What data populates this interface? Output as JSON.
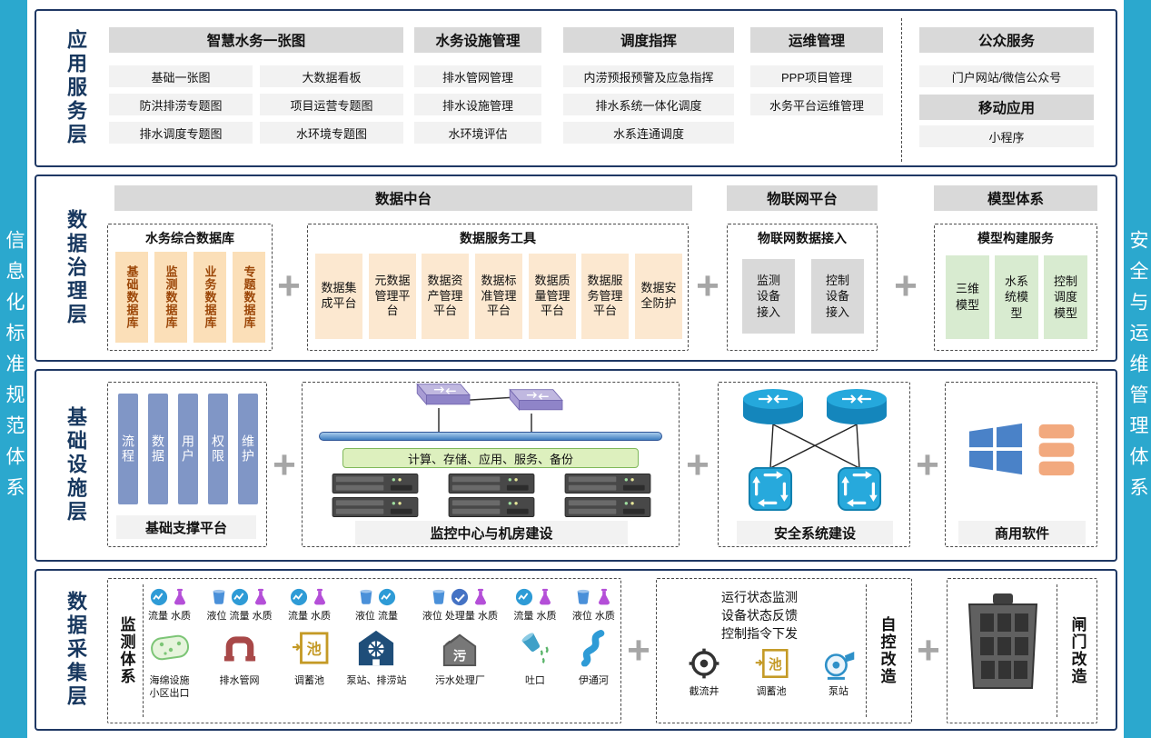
{
  "colors": {
    "sidebar_blue": "#2BA8CE",
    "layer_border_navy": "#1F3864",
    "header_gray": "#D9D9D9",
    "item_gray": "#F2F2F2",
    "block_orange": "#FBDFB8",
    "block_green": "#D8EBD0",
    "block_gray": "#D9D9D9",
    "support_bar_blue": "#8096C6",
    "plus_gray": "#A6A6A6"
  },
  "plus_sign": "+",
  "icon_glyphs": {
    "tank": "池",
    "sewage": "污"
  },
  "sidebars": {
    "left": "信息化标准规范体系",
    "right": "安全与运维管理体系"
  },
  "app_layer": {
    "label": "应用服务层",
    "map_group": {
      "header": "智慧水务一张图",
      "col1": [
        "基础一张图",
        "防洪排涝专题图",
        "排水调度专题图"
      ],
      "col2": [
        "大数据看板",
        "项目运营专题图",
        "水环境专题图"
      ]
    },
    "facility_group": {
      "header": "水务设施管理",
      "items": [
        "排水管网管理",
        "排水设施管理",
        "水环境评估"
      ]
    },
    "dispatch_group": {
      "header": "调度指挥",
      "items": [
        "内涝预报预警及应急指挥",
        "排水系统一体化调度",
        "水系连通调度"
      ]
    },
    "ops_group": {
      "header": "运维管理",
      "items": [
        "PPP项目管理",
        "水务平台运维管理"
      ]
    },
    "public_group": {
      "header": "公众服务",
      "items": [
        "门户网站/微信公众号"
      ]
    },
    "mobile_group": {
      "header": "移动应用",
      "items": [
        "小程序"
      ]
    }
  },
  "data_layer": {
    "label": "数据治理层",
    "headers": {
      "platform": "数据中台",
      "iot": "物联网平台",
      "model": "模型体系"
    },
    "database_box": {
      "title": "水务综合数据库",
      "blocks": [
        "基础数据库",
        "监测数据库",
        "业务数据库",
        "专题数据库"
      ]
    },
    "tools_box": {
      "title": "数据服务工具",
      "blocks": [
        "数据集成平台",
        "元数据管理平台",
        "数据资产管理平台",
        "数据标准管理平台",
        "数据质量管理平台",
        "数据服务管理平台",
        "数据安全防护"
      ]
    },
    "iot_box": {
      "title": "物联网数据接入",
      "blocks": [
        "监测设备接入",
        "控制设备接入"
      ]
    },
    "model_box": {
      "title": "模型构建服务",
      "blocks": [
        "三维模型",
        "水系统模型",
        "控制调度模型"
      ]
    }
  },
  "infra_layer": {
    "label": "基础设施层",
    "support_box": {
      "bars": [
        "流程",
        "数据",
        "用户",
        "权限",
        "维护"
      ],
      "caption": "基础支撑平台"
    },
    "monitor_box": {
      "services_bar": "计算、存储、应用、服务、备份",
      "caption": "监控中心与机房建设"
    },
    "security_box": {
      "caption": "安全系统建设"
    },
    "software_box": {
      "caption": "商用软件"
    }
  },
  "collect_layer": {
    "label": "数据采集层",
    "monitoring_box": {
      "title": "监测体系",
      "stations": [
        {
          "icons": [
            "flow-icon",
            "water-quality-icon"
          ],
          "label": "流量 水质",
          "facility": "海绵设施\n小区出口"
        },
        {
          "icons": [
            "level-icon",
            "flow-icon",
            "water-quality-icon"
          ],
          "label": "液位 流量 水质",
          "facility": "排水管网"
        },
        {
          "icons": [
            "flow-icon",
            "water-quality-icon"
          ],
          "label": "流量 水质",
          "facility": "调蓄池"
        },
        {
          "icons": [
            "level-icon",
            "flow-icon"
          ],
          "label": "液位 流量",
          "facility": "泵站、排涝站"
        },
        {
          "icons": [
            "level-icon",
            "throughput-icon",
            "water-quality-icon"
          ],
          "label": "液位 处理量 水质",
          "facility": "污水处理厂"
        },
        {
          "icons": [
            "flow-icon",
            "water-quality-icon"
          ],
          "label": "流量 水质",
          "facility": "吐口"
        },
        {
          "icons": [
            "level-icon",
            "water-quality-icon"
          ],
          "label": "液位 水质",
          "facility": "伊通河"
        }
      ]
    },
    "control_box": {
      "status_lines": [
        "运行状态监测",
        "设备状态反馈",
        "控制指令下发"
      ],
      "title": "自控改造",
      "devices": [
        "截流井",
        "调蓄池",
        "泵站"
      ]
    },
    "gate_box": {
      "title": "闸门改造"
    }
  }
}
